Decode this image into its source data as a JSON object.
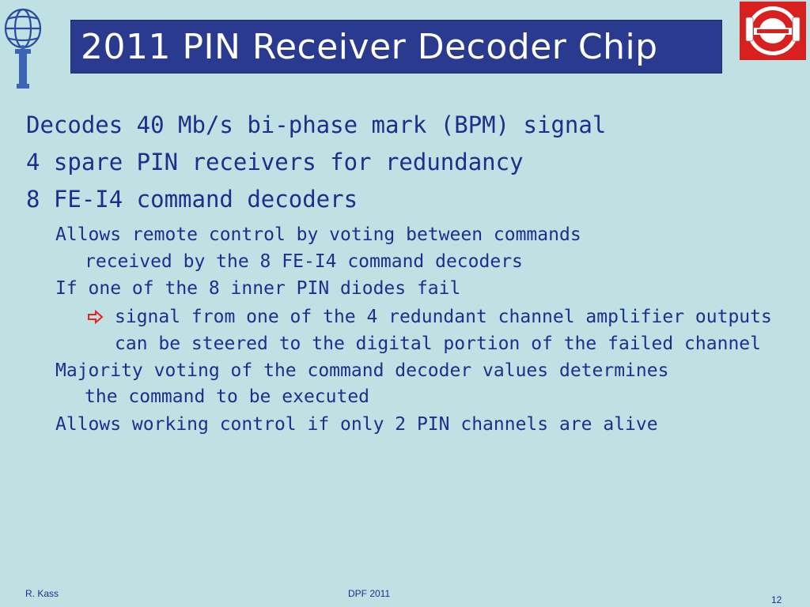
{
  "slide": {
    "title": "2011 PIN Receiver Decoder  Chip",
    "bullets_level1": [
      "Decodes 40 Mb/s bi-phase mark (BPM) signal",
      "4 spare PIN receivers for redundancy",
      "8 FE-I4 command decoders"
    ],
    "sub": {
      "line1": "Allows remote control by voting between commands",
      "line1_cont": "received by the 8 FE-I4 command decoders",
      "line2": "If one of the 8 inner PIN diodes fail",
      "line2_arrow_text": "signal from one of the 4 redundant channel amplifier outputs",
      "line2_arrow_cont": "can be steered to the digital portion of the failed channel",
      "line3": "Majority voting of the command decoder values determines",
      "line3_cont": "the command to be executed",
      "line4": "Allows working control if only 2 PIN channels are alive"
    },
    "footer": {
      "author": "R. Kass",
      "conference": "DPF 2011",
      "page": "12"
    },
    "logos": {
      "left_icon": "atlas-experiment-logo-icon",
      "right_icon": "ohio-state-logo-icon"
    },
    "colors": {
      "background": "#bfe1e4",
      "title_bg": "#2a3b8f",
      "text": "#1d2f8c",
      "arrow": "#e8231f",
      "osu_red": "#d8201f"
    }
  }
}
